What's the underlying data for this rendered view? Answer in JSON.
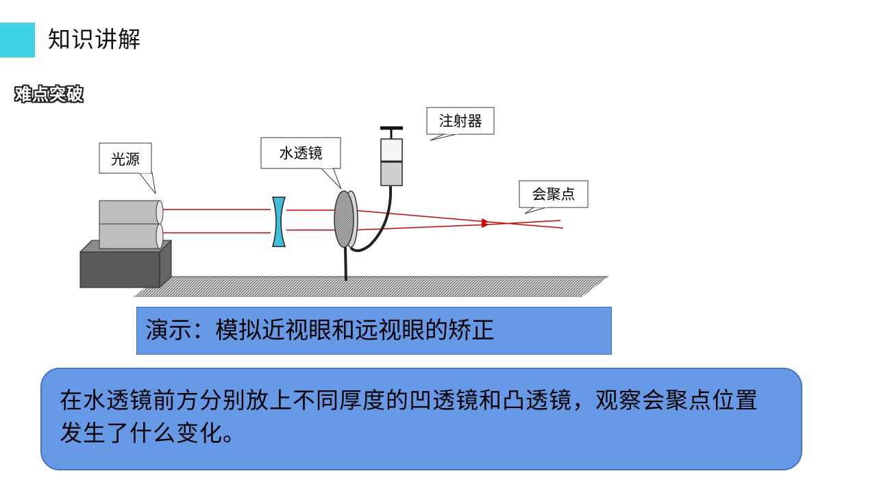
{
  "header": {
    "title": "知识讲解",
    "accent_color": "#3fd3e6"
  },
  "section": {
    "label": "难点突破"
  },
  "diagram": {
    "callouts": {
      "light_source": "光源",
      "water_lens": "水透镜",
      "syringe": "注射器",
      "focal_point": "会聚点"
    },
    "beam_color": "#d40000",
    "concave_lens_color": "#3fc0d8"
  },
  "demo": {
    "title": "演示：模拟近视眼和远视眼的矫正",
    "box_color": "#6699e6"
  },
  "question": {
    "text": "在水透镜前方分别放上不同厚度的凹透镜和凸透镜，观察会聚点位置发生了什么变化。"
  }
}
